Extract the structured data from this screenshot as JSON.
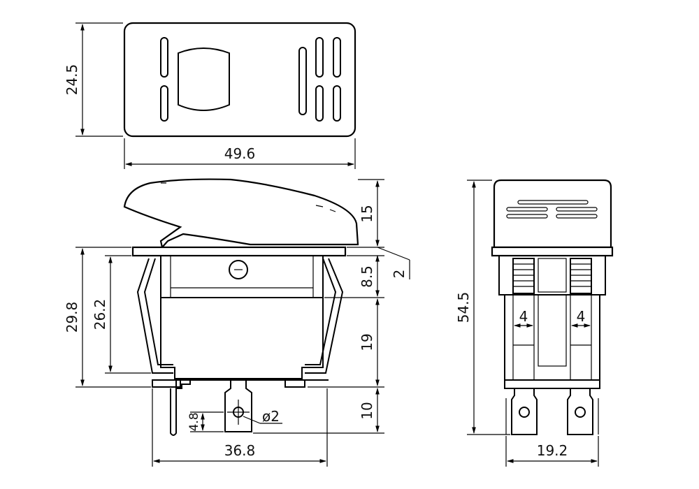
{
  "drawing": {
    "top_view": {
      "width_label": "49.6",
      "height_label": "24.5"
    },
    "side_view": {
      "actuator_height_label": "15",
      "flange_label": "2",
      "upper_body_label": "8.5",
      "lower_body_label": "19",
      "terminal_length_label": "10",
      "overall_left_label": "29.8",
      "clip_height_label": "26.2",
      "terminal_hole_label": "4.8",
      "hole_diameter_label": "ø2",
      "bottom_width_label": "36.8"
    },
    "end_view": {
      "overall_height_label": "54.5",
      "terminal_width_left_label": "4",
      "terminal_width_right_label": "4",
      "bottom_width_label": "19.2"
    }
  }
}
